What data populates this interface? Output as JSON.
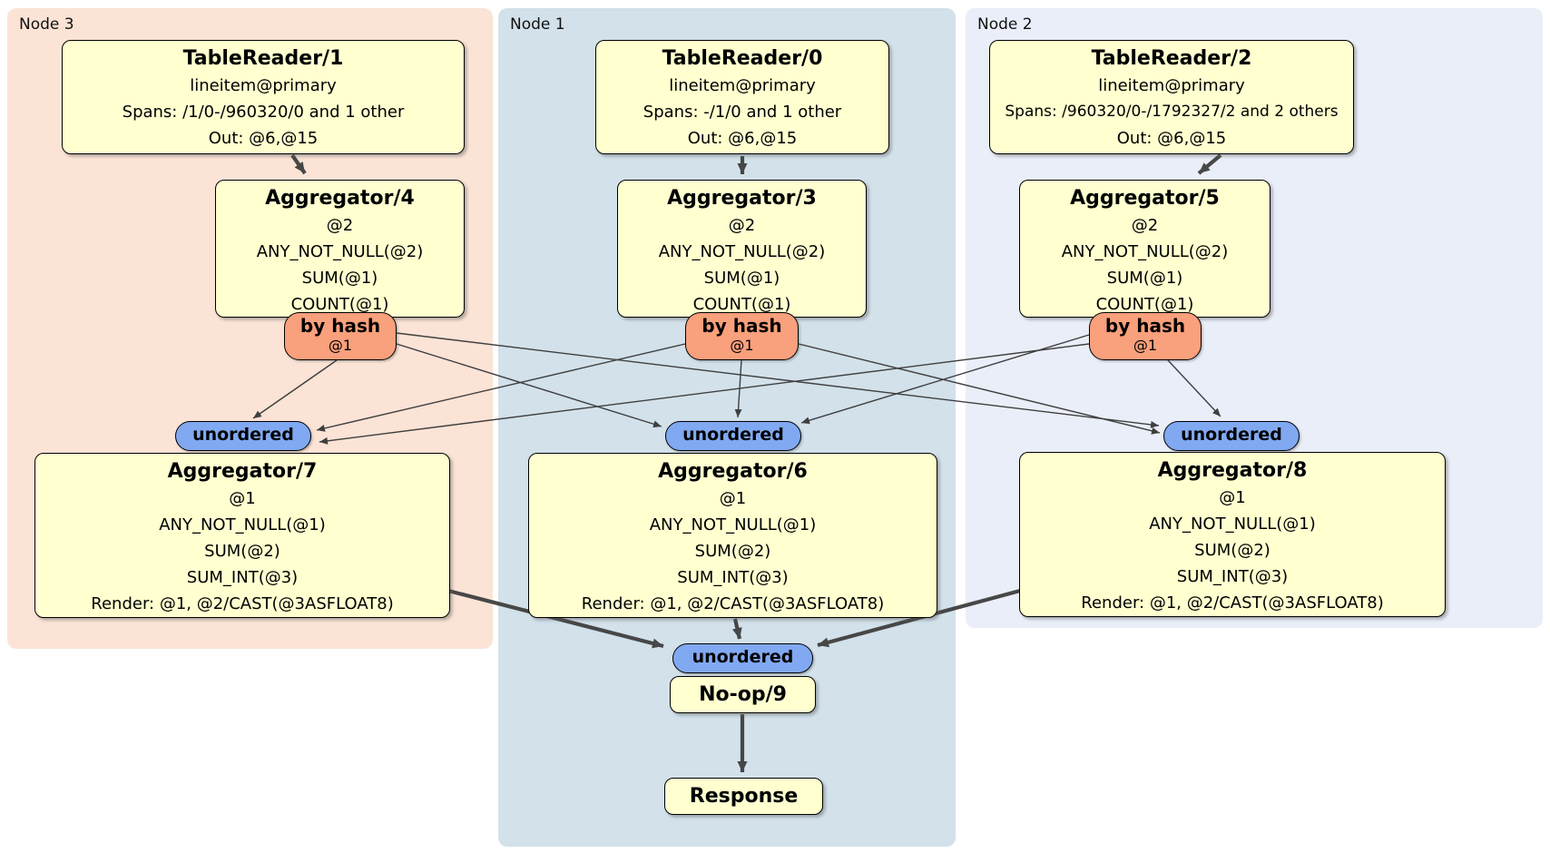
{
  "colors": {
    "node3_bg": "#fbe3d6",
    "node1_bg": "#d2e1ea",
    "node2_bg": "#eaeef8",
    "box_fill": "#ffffd0",
    "hash_fill": "#f9a07c",
    "unordered_fill": "#81a9f2",
    "edge": "#3f3f3f"
  },
  "regions": [
    {
      "label": "Node 3"
    },
    {
      "label": "Node 1"
    },
    {
      "label": "Node 2"
    }
  ],
  "processors": {
    "tablereader1": {
      "title": "TableReader/1",
      "lines": [
        "lineitem@primary",
        "Spans: /1/0-/960320/0 and 1 other",
        "Out: @6,@15"
      ]
    },
    "tablereader0": {
      "title": "TableReader/0",
      "lines": [
        "lineitem@primary",
        "Spans: -/1/0 and 1 other",
        "Out: @6,@15"
      ]
    },
    "tablereader2": {
      "title": "TableReader/2",
      "lines": [
        "lineitem@primary",
        "Spans: /960320/0-/1792327/2 and 2 others",
        "Out: @6,@15"
      ]
    },
    "aggregator4": {
      "title": "Aggregator/4",
      "lines": [
        "@2",
        "ANY_NOT_NULL(@2)",
        "SUM(@1)",
        "COUNT(@1)"
      ]
    },
    "aggregator3": {
      "title": "Aggregator/3",
      "lines": [
        "@2",
        "ANY_NOT_NULL(@2)",
        "SUM(@1)",
        "COUNT(@1)"
      ]
    },
    "aggregator5": {
      "title": "Aggregator/5",
      "lines": [
        "@2",
        "ANY_NOT_NULL(@2)",
        "SUM(@1)",
        "COUNT(@1)"
      ]
    },
    "aggregator7": {
      "title": "Aggregator/7",
      "lines": [
        "@1",
        "ANY_NOT_NULL(@1)",
        "SUM(@2)",
        "SUM_INT(@3)",
        "Render: @1, @2/CAST(@3ASFLOAT8)"
      ]
    },
    "aggregator6": {
      "title": "Aggregator/6",
      "lines": [
        "@1",
        "ANY_NOT_NULL(@1)",
        "SUM(@2)",
        "SUM_INT(@3)",
        "Render: @1, @2/CAST(@3ASFLOAT8)"
      ]
    },
    "aggregator8": {
      "title": "Aggregator/8",
      "lines": [
        "@1",
        "ANY_NOT_NULL(@1)",
        "SUM(@2)",
        "SUM_INT(@3)",
        "Render: @1, @2/CAST(@3ASFLOAT8)"
      ]
    },
    "noop": {
      "title": "No-op/9"
    },
    "response": {
      "title": "Response"
    }
  },
  "routers": {
    "by_hash": {
      "label": "by hash",
      "detail": "@1"
    },
    "unordered": {
      "label": "unordered"
    }
  }
}
